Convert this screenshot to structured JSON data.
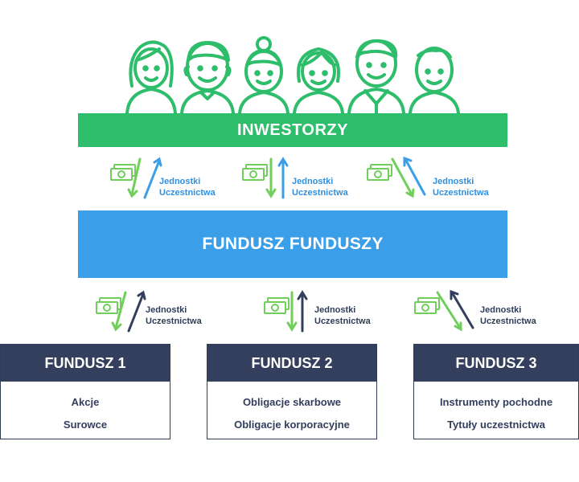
{
  "investors": {
    "label": "INWESTORZY"
  },
  "fund_of_funds": {
    "label": "FUNDUSZ FUNDUSZY"
  },
  "units_label": {
    "line1": "Jednostki",
    "line2": "Uczestnictwa"
  },
  "colors": {
    "green": "#2ebd6b",
    "blue": "#3a9ee8",
    "navy": "#333f5c",
    "money_green": "#6fcf5a"
  },
  "icons": {
    "people": "investor-avatar-icon",
    "money": "banknote-icon"
  },
  "funds": [
    {
      "title": "FUNDUSZ 1",
      "items": [
        "Akcje",
        "Surowce"
      ]
    },
    {
      "title": "FUNDUSZ 2",
      "items": [
        "Obligacje skarbowe",
        "Obligacje korporacyjne"
      ]
    },
    {
      "title": "FUNDUSZ 3",
      "items": [
        "Instrumenty pochodne",
        "Tytuły uczestnictwa"
      ]
    }
  ]
}
